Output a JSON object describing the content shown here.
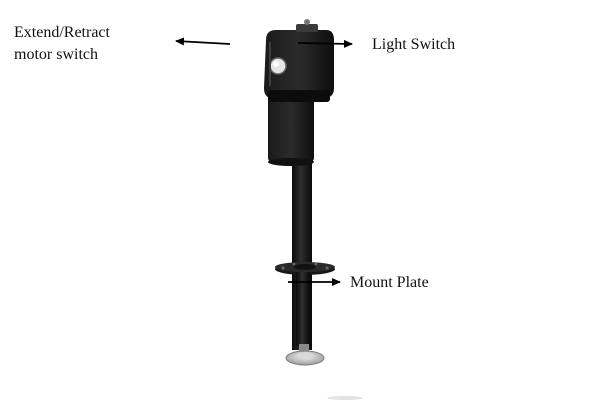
{
  "labels": {
    "extend_retract_line1": "Extend/Retract",
    "extend_retract_line2": "motor switch",
    "light_switch": "Light Switch",
    "mount_plate": "Mount Plate"
  },
  "colors": {
    "background": "#ffffff",
    "jack_body": "#151515",
    "jack_highlight": "#3a3a3a",
    "foot": "#c8c8c8",
    "arrow": "#000000"
  }
}
